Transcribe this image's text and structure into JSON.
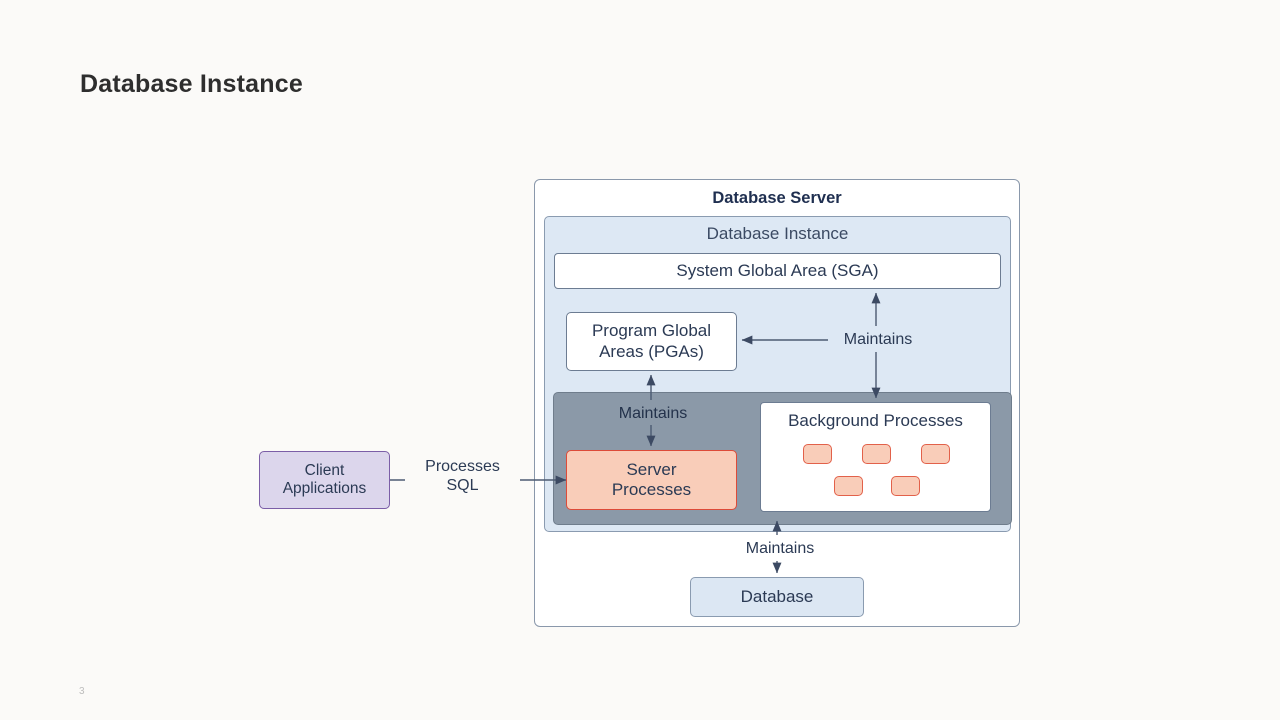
{
  "slide": {
    "title": "Database Instance",
    "page_number": "3",
    "background_color": "#fbfaf8"
  },
  "diagram": {
    "server": {
      "label": "Database Server"
    },
    "instance": {
      "label": "Database Instance"
    },
    "sga": {
      "label": "System Global Area (SGA)"
    },
    "pga": {
      "line1": "Program Global",
      "line2": "Areas (PGAs)"
    },
    "server_processes": {
      "line1": "Server",
      "line2": "Processes"
    },
    "background_processes": {
      "label": "Background Processes",
      "process_count": 5
    },
    "database": {
      "label": "Database"
    },
    "client_applications": {
      "line1": "Client",
      "line2": "Applications"
    },
    "edges": {
      "processes_sql": {
        "line1": "Processes",
        "line2": "SQL"
      },
      "maintains_sga_background": "Maintains",
      "maintains_pga_server": "Maintains",
      "maintains_instance_database": "Maintains"
    },
    "colors": {
      "instance_fill": "#dde8f4",
      "process_panel_fill": "#8b99a8",
      "server_process_fill": "#f9cdb9",
      "server_process_border": "#dd4b39",
      "client_fill": "#dcd6ec",
      "client_border": "#7b5ea7",
      "database_fill": "#dce7f3",
      "text": "#2b3a54",
      "wire": "#4c5a72"
    }
  }
}
